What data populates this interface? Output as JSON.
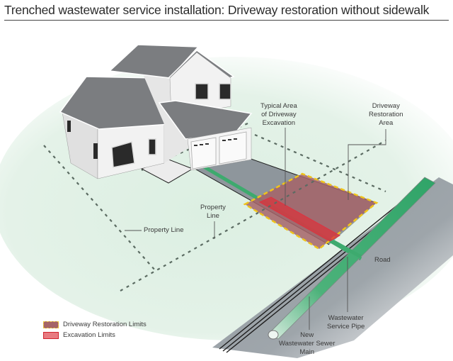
{
  "title": "Trenched wastewater service installation: Driveway restoration without sidewalk",
  "labels": {
    "typical_area": [
      "Typical Area",
      "of Driveway",
      "Excavation"
    ],
    "restoration_area": [
      "Driveway",
      "Restoration",
      "Area"
    ],
    "property_line_left": "Property Line",
    "property_line_center": [
      "Property",
      "Line"
    ],
    "road": "Road",
    "service_pipe": [
      "Wastewater",
      "Service Pipe"
    ],
    "sewer_main": [
      "New",
      "Wastewater Sewer",
      "Main"
    ]
  },
  "legend": {
    "items": [
      {
        "label": "Driveway Restoration Limits",
        "fill": "#a56468",
        "border": "#e8c13a"
      },
      {
        "label": "Excavation Limits",
        "fill": "#e87a80",
        "border": "#d0242f"
      }
    ]
  },
  "colors": {
    "lawn": "#dff0e4",
    "driveway": "#8e969c",
    "road": "#8a9299",
    "pipe": "#3daa6e",
    "restoration": "#a56468",
    "excavation": "#d8343c",
    "dash_yellow": "#f0c419",
    "roof": "#7b7d80",
    "wall": "#ececec"
  }
}
